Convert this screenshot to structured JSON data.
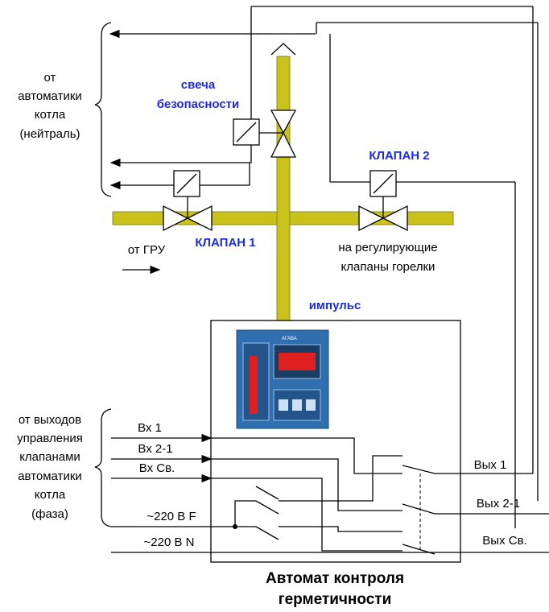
{
  "labels": {
    "from_boiler_auto": [
      "от",
      "автоматики",
      "котла",
      "(нейтраль)"
    ],
    "safety_candle": [
      "свеча",
      "безопасности"
    ],
    "valve1": "КЛАПАН 1",
    "valve2": "КЛАПАН 2",
    "from_gru": "от ГРУ",
    "to_burner": [
      "на регулирующие",
      "клапаны горелки"
    ],
    "impulse": "импульс",
    "from_outputs": [
      "от выходов",
      "управления",
      "клапанами",
      "автоматики",
      "котла",
      "(фаза)"
    ],
    "inputs": [
      "Вх 1",
      "Вх 2-1",
      "Вх Св.",
      "~220 В F",
      "~220 В N"
    ],
    "outputs": [
      "Вых 1",
      "Вых 2-1",
      "Вых Св."
    ],
    "device_title": [
      "Автомат контроля",
      "герметичности"
    ],
    "device_panel_brand": "АГАВА"
  },
  "colors": {
    "pipe": "#c9c21a",
    "label_blue": "#1a2be0",
    "panel_blue": "#2f6fb0",
    "display_red": "#e02020"
  }
}
